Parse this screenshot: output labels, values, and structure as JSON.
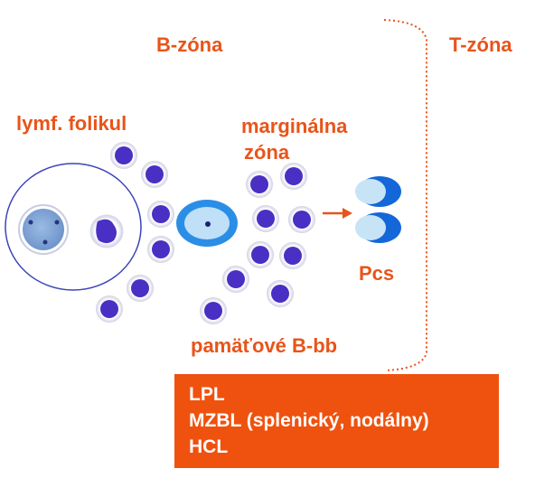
{
  "labels": {
    "b_zone": "B-zóna",
    "t_zone": "T-zóna",
    "follicle": "lymf. folikul",
    "marginal_line1": "marginálna",
    "marginal_line2": "zóna",
    "plasma_cells": "Pcs",
    "memory_b": "pamäťové B-bb"
  },
  "legend": {
    "items": [
      "LPL",
      "MZBL  (splenický, nodálny)",
      "HCL"
    ]
  },
  "colors": {
    "label_text": "#e8541a",
    "legend_bg": "#ef520e",
    "legend_text": "#ffffff",
    "cell_fill": "#4a2fc4",
    "cell_ring": "#d6d6e8",
    "follicle_border": "#3b44b8",
    "germinal_center": "#7fa6d8",
    "marginal_cell_ring": "#2b8ee6",
    "marginal_cell_fill": "#bfe0f7",
    "plasma_cell_dark": "#1467d9",
    "plasma_cell_light": "#c7e4f7",
    "arrow": "#e8541a",
    "zone_bracket": "#e8541a"
  }
}
